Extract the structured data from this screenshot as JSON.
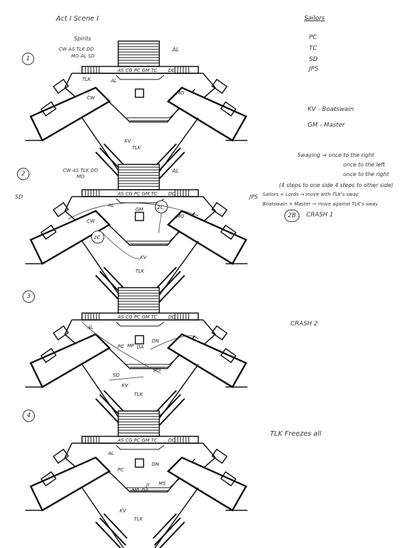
{
  "header": {
    "title": "Act I Scene I"
  },
  "cast_list": {
    "heading": "Sailors",
    "sailors": [
      "PC",
      "TC",
      "SD",
      "JPS"
    ],
    "roles": [
      "KV - Boatswain",
      "GM - Master"
    ]
  },
  "scenes": [
    {
      "number": "1",
      "extra_labels": {
        "group_title": "Spirits",
        "row1": "CW   AS  TLK  DD",
        "row2": "MO  AL       SD",
        "right": "AL"
      },
      "labels": {
        "platform": "AS   CG PC GM TC",
        "right_tag": "DD",
        "tlk_top": "TLK",
        "al_mid": "AL",
        "cw": "CW",
        "mo": "MO",
        "kv": "KV",
        "tlk_bottom": "TLK"
      }
    },
    {
      "number": "2",
      "extra_labels": {
        "row1": "CW   AS  TLK  DD",
        "row2": "MO",
        "right": "AL",
        "left_side": "SD",
        "right_side": "JPS",
        "center": "GM",
        "circle_a": "2C",
        "circle_b": "2C"
      },
      "labels": {
        "platform": "AS   CG PC GM TC",
        "right_tag": "DD",
        "al_mid": "AL",
        "cw": "CW",
        "mo": "MO",
        "kv": "KV",
        "tlk_bottom": "TLK"
      }
    },
    {
      "number": "3",
      "extra_labels": {
        "pc": "PC",
        "mp": "MP",
        "da": "DA",
        "dn": "DN",
        "sd": "SD",
        "jps": "JPS"
      },
      "labels": {
        "platform": "AS   CG PC GM TC",
        "right_tag": "DD",
        "al_mid": "AL",
        "kv": "KV",
        "tlk_bottom": "TLK"
      }
    },
    {
      "number": "4",
      "extra_labels": {
        "pc": "PC",
        "dn": "DN",
        "ji": "JI",
        "ms": "MS",
        "mp": "MP",
        "da": "DA"
      },
      "labels": {
        "platform": "AS   CG PC GM TC",
        "right_tag": "DD",
        "al_mid": "AL",
        "kv": "KV",
        "tlk_bottom": "TLK"
      }
    }
  ],
  "notes": {
    "swaying_lines": [
      "Swaying → once to the right",
      "once to the left",
      "once to the right",
      "(4 steps to one side 4 steps to other side)"
    ],
    "sailors_line": "Sailors + Lords → move with TLK's sway",
    "boatswain_line": "Boatswain + Master → move against TLK's sway",
    "cue_2b": "2B",
    "crash1": "CRASH 1",
    "crash2": "CRASH 2",
    "freeze": "TLK Freezes all"
  }
}
